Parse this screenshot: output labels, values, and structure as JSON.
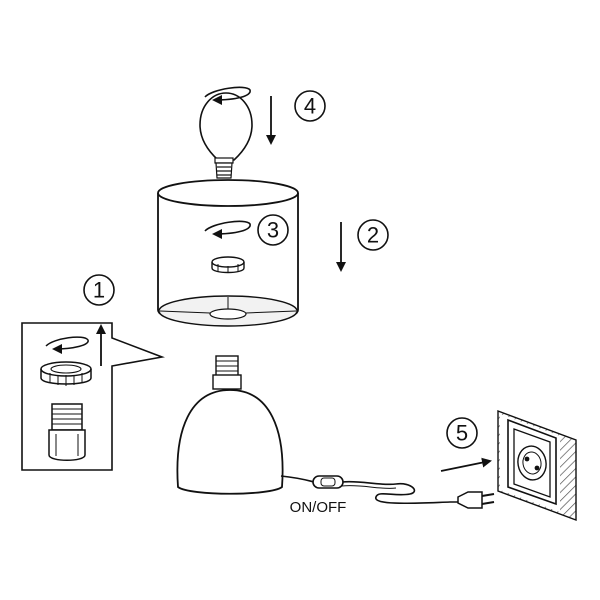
{
  "steps": [
    {
      "number": "1",
      "action": "remove-shade-ring"
    },
    {
      "number": "2",
      "action": "lower-shade"
    },
    {
      "number": "3",
      "action": "fasten-shade-ring"
    },
    {
      "number": "4",
      "action": "screw-in-bulb"
    },
    {
      "number": "5",
      "action": "plug-into-socket"
    }
  ],
  "switch_label": "ON/OFF",
  "colors": {
    "stroke": "#111111",
    "fill": "#ffffff",
    "shade": "#f2f2f2",
    "wall_hatch": "#555555"
  },
  "icons": [
    "lightbulb-icon",
    "lamp-shade-icon",
    "lamp-base-icon",
    "bulb-holder-icon",
    "shade-ring-icon",
    "plug-icon",
    "wall-socket-icon",
    "rotate-arrow-icon",
    "down-arrow-icon",
    "up-arrow-icon",
    "right-arrow-icon"
  ]
}
